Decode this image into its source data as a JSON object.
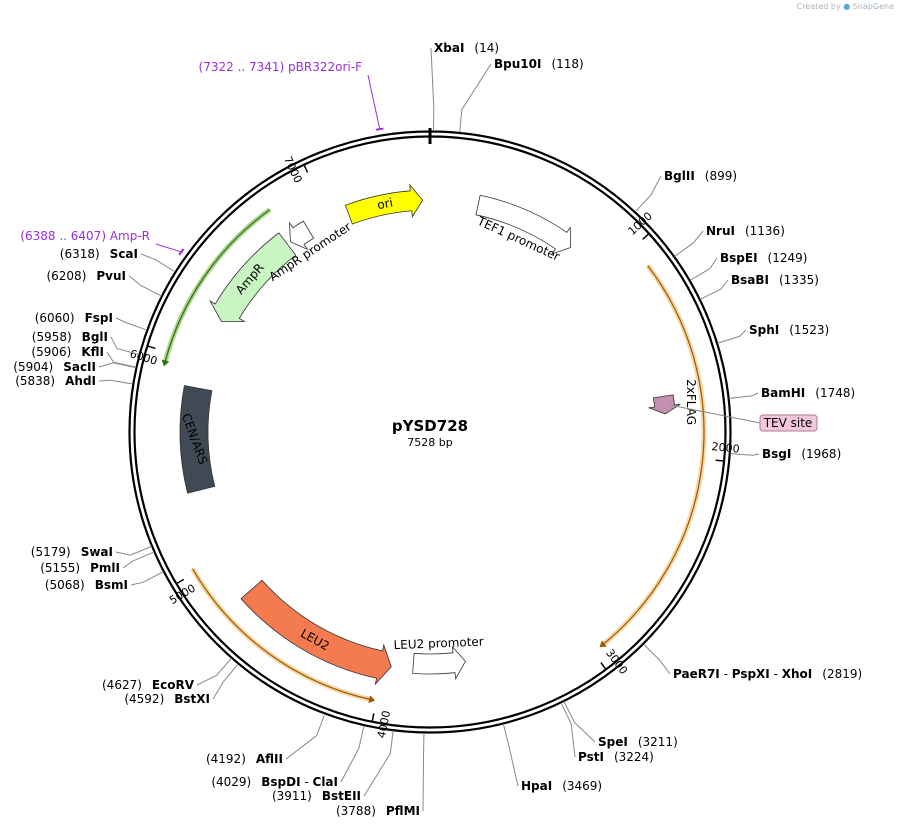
{
  "brand": {
    "created_by": "Created by",
    "app": "SnapGene"
  },
  "plasmid": {
    "name": "pYSD728",
    "length_label": "7528 bp",
    "length": 7528
  },
  "ticks": [
    "1000",
    "2000",
    "3000",
    "4000",
    "5000",
    "6000",
    "7000"
  ],
  "ticks_values": [
    1000,
    2000,
    3000,
    4000,
    5000,
    6000,
    7000
  ],
  "sites": [
    {
      "pos": 14,
      "label_parts": [
        "XbaI"
      ],
      "pos_label": "(14)",
      "pos_side": "right"
    },
    {
      "pos": 118,
      "label_parts": [
        "Bpu10I"
      ],
      "pos_label": "(118)",
      "pos_side": "right"
    },
    {
      "pos": 899,
      "label_parts": [
        "BglII"
      ],
      "pos_label": "(899)",
      "pos_side": "right"
    },
    {
      "pos": 1136,
      "label_parts": [
        "NruI"
      ],
      "pos_label": "(1136)",
      "pos_side": "right"
    },
    {
      "pos": 1249,
      "label_parts": [
        "BspEI"
      ],
      "pos_label": "(1249)",
      "pos_side": "right"
    },
    {
      "pos": 1335,
      "label_parts": [
        "BsaBI"
      ],
      "pos_label": "(1335)",
      "pos_side": "right"
    },
    {
      "pos": 1523,
      "label_parts": [
        "SphI"
      ],
      "pos_label": "(1523)",
      "pos_side": "right"
    },
    {
      "pos": 1748,
      "label_parts": [
        "BamHI"
      ],
      "pos_label": "(1748)",
      "pos_side": "right"
    },
    {
      "pos": 1968,
      "label_parts": [
        "BsgI"
      ],
      "pos_label": "(1968)",
      "pos_side": "right"
    },
    {
      "pos": 2819,
      "label_parts": [
        "PaeR7I",
        "PspXI",
        "XhoI"
      ],
      "pos_label": "(2819)",
      "pos_side": "right"
    },
    {
      "pos": 3211,
      "label_parts": [
        "SpeI"
      ],
      "pos_label": "(3211)",
      "pos_side": "right"
    },
    {
      "pos": 3224,
      "label_parts": [
        "PstI"
      ],
      "pos_label": "(3224)",
      "pos_side": "right"
    },
    {
      "pos": 3469,
      "label_parts": [
        "HpaI"
      ],
      "pos_label": "(3469)",
      "pos_side": "right"
    },
    {
      "pos": 3788,
      "label_parts": [
        "PflMI"
      ],
      "pos_label": "(3788)",
      "pos_side": "left"
    },
    {
      "pos": 3911,
      "label_parts": [
        "BstEII"
      ],
      "pos_label": "(3911)",
      "pos_side": "left"
    },
    {
      "pos": 4029,
      "label_parts": [
        "BspDI",
        "ClaI"
      ],
      "pos_label": "(4029)",
      "pos_side": "left"
    },
    {
      "pos": 4192,
      "label_parts": [
        "AflII"
      ],
      "pos_label": "(4192)",
      "pos_side": "left"
    },
    {
      "pos": 4592,
      "label_parts": [
        "BstXI"
      ],
      "pos_label": "(4592)",
      "pos_side": "left"
    },
    {
      "pos": 4627,
      "label_parts": [
        "EcoRV"
      ],
      "pos_label": "(4627)",
      "pos_side": "left"
    },
    {
      "pos": 5068,
      "label_parts": [
        "BsmI"
      ],
      "pos_label": "(5068)",
      "pos_side": "left"
    },
    {
      "pos": 5155,
      "label_parts": [
        "PmlI"
      ],
      "pos_label": "(5155)",
      "pos_side": "left"
    },
    {
      "pos": 5179,
      "label_parts": [
        "SwaI"
      ],
      "pos_label": "(5179)",
      "pos_side": "left"
    },
    {
      "pos": 5838,
      "label_parts": [
        "AhdI"
      ],
      "pos_label": "(5838)",
      "pos_side": "left"
    },
    {
      "pos": 5904,
      "label_parts": [
        "SacII"
      ],
      "pos_label": "(5904)",
      "pos_side": "left"
    },
    {
      "pos": 5906,
      "label_parts": [
        "KflI"
      ],
      "pos_label": "(5906)",
      "pos_side": "left"
    },
    {
      "pos": 5958,
      "label_parts": [
        "BglI"
      ],
      "pos_label": "(5958)",
      "pos_side": "left"
    },
    {
      "pos": 6060,
      "label_parts": [
        "FspI"
      ],
      "pos_label": "(6060)",
      "pos_side": "left"
    },
    {
      "pos": 6208,
      "label_parts": [
        "PvuI"
      ],
      "pos_label": "(6208)",
      "pos_side": "left"
    },
    {
      "pos": 6318,
      "label_parts": [
        "ScaI"
      ],
      "pos_label": "(6318)",
      "pos_side": "left"
    }
  ],
  "primers": [
    {
      "pos": 7331,
      "label": "(7322 .. 7341)  pBR322ori-F"
    },
    {
      "pos": 6397,
      "label": "(6388 .. 6407)  Amp-R"
    }
  ],
  "features": [
    {
      "name": "ori",
      "start": 7100,
      "end": 7490,
      "color": "#ffff00",
      "direction": "cw"
    },
    {
      "name": "TEF1 promoter",
      "start": 250,
      "end": 780,
      "color": "#ffffff",
      "direction": "cw"
    },
    {
      "name": "2xFLAG",
      "start": 1700,
      "end": 1790,
      "color": "#c58fb2",
      "direction": "cw"
    },
    {
      "name": "LEU2 promoter",
      "start": 3580,
      "end": 3850,
      "color": "#ffffff",
      "direction": "ccw"
    },
    {
      "name": "LEU2",
      "start": 3960,
      "end": 4780,
      "color": "#f47b50",
      "direction": "ccw"
    },
    {
      "name": "CEN/ARS",
      "start": 5350,
      "end": 5870,
      "color": "#3f4a54",
      "direction": "none"
    },
    {
      "name": "AmpR",
      "start": 6230,
      "end": 6750,
      "color": "#c8f5c2",
      "direction": "ccw"
    },
    {
      "name": "AmpR promoter",
      "start": 6770,
      "end": 6880,
      "color": "#ffffff",
      "direction": "ccw"
    }
  ],
  "callout": {
    "label": "TEV site",
    "color": "#f2c7dc"
  },
  "orfs": [
    {
      "start": 1100,
      "end": 2950,
      "direction": "cw",
      "color": "#f4b357"
    },
    {
      "start": 4020,
      "end": 5020,
      "direction": "ccw",
      "color": "#f4b357"
    },
    {
      "start": 5950,
      "end": 6780,
      "direction": "ccw",
      "color": "#63b02e"
    }
  ]
}
